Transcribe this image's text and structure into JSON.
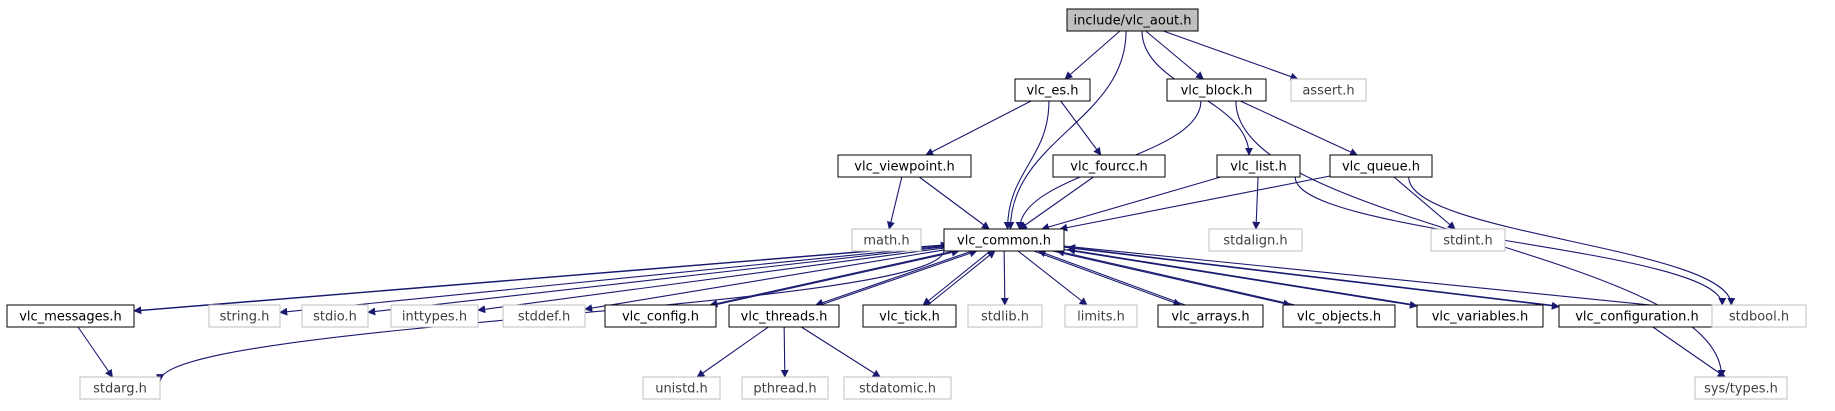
{
  "colors": {
    "edge": "#191970",
    "node_border": "#000000",
    "node_border_system": "#bfbfbf",
    "node_fill": "#ffffff",
    "root_fill": "#bfbfbf",
    "text_normal": "#000000",
    "text_system": "#404040"
  },
  "nodes": [
    {
      "id": "n_root",
      "label": "include/vlc_aout.h",
      "kind": "root"
    },
    {
      "id": "n_es",
      "label": "vlc_es.h",
      "kind": "doc"
    },
    {
      "id": "n_block",
      "label": "vlc_block.h",
      "kind": "doc"
    },
    {
      "id": "n_assert",
      "label": "assert.h",
      "kind": "system"
    },
    {
      "id": "n_viewpoint",
      "label": "vlc_viewpoint.h",
      "kind": "doc"
    },
    {
      "id": "n_fourcc",
      "label": "vlc_fourcc.h",
      "kind": "doc"
    },
    {
      "id": "n_list",
      "label": "vlc_list.h",
      "kind": "doc"
    },
    {
      "id": "n_queue",
      "label": "vlc_queue.h",
      "kind": "doc"
    },
    {
      "id": "n_math",
      "label": "math.h",
      "kind": "system"
    },
    {
      "id": "n_common",
      "label": "vlc_common.h",
      "kind": "doc"
    },
    {
      "id": "n_stdalign",
      "label": "stdalign.h",
      "kind": "system"
    },
    {
      "id": "n_stdint",
      "label": "stdint.h",
      "kind": "system"
    },
    {
      "id": "n_messages",
      "label": "vlc_messages.h",
      "kind": "doc"
    },
    {
      "id": "n_string",
      "label": "string.h",
      "kind": "system"
    },
    {
      "id": "n_stdio",
      "label": "stdio.h",
      "kind": "system"
    },
    {
      "id": "n_inttypes",
      "label": "inttypes.h",
      "kind": "system"
    },
    {
      "id": "n_stddef",
      "label": "stddef.h",
      "kind": "system"
    },
    {
      "id": "n_config",
      "label": "vlc_config.h",
      "kind": "doc"
    },
    {
      "id": "n_threads",
      "label": "vlc_threads.h",
      "kind": "doc"
    },
    {
      "id": "n_tick",
      "label": "vlc_tick.h",
      "kind": "doc"
    },
    {
      "id": "n_stdlib",
      "label": "stdlib.h",
      "kind": "system"
    },
    {
      "id": "n_limits",
      "label": "limits.h",
      "kind": "system"
    },
    {
      "id": "n_arrays",
      "label": "vlc_arrays.h",
      "kind": "doc"
    },
    {
      "id": "n_objects",
      "label": "vlc_objects.h",
      "kind": "doc"
    },
    {
      "id": "n_variables",
      "label": "vlc_variables.h",
      "kind": "doc"
    },
    {
      "id": "n_configuration",
      "label": "vlc_configuration.h",
      "kind": "doc"
    },
    {
      "id": "n_stdbool",
      "label": "stdbool.h",
      "kind": "system"
    },
    {
      "id": "n_stdarg",
      "label": "stdarg.h",
      "kind": "system"
    },
    {
      "id": "n_unistd",
      "label": "unistd.h",
      "kind": "system"
    },
    {
      "id": "n_pthread",
      "label": "pthread.h",
      "kind": "system"
    },
    {
      "id": "n_stdatomic",
      "label": "stdatomic.h",
      "kind": "system"
    },
    {
      "id": "n_systypes",
      "label": "sys/types.h",
      "kind": "system"
    }
  ],
  "edges": [
    [
      "n_root",
      "n_es"
    ],
    [
      "n_root",
      "n_block"
    ],
    [
      "n_root",
      "n_assert"
    ],
    [
      "n_root",
      "n_list"
    ],
    [
      "n_root",
      "n_common"
    ],
    [
      "n_es",
      "n_viewpoint"
    ],
    [
      "n_es",
      "n_fourcc"
    ],
    [
      "n_es",
      "n_common"
    ],
    [
      "n_block",
      "n_queue"
    ],
    [
      "n_block",
      "n_common"
    ],
    [
      "n_block",
      "n_systypes"
    ],
    [
      "n_viewpoint",
      "n_math"
    ],
    [
      "n_viewpoint",
      "n_common"
    ],
    [
      "n_fourcc",
      "n_common"
    ],
    [
      "n_list",
      "n_stdalign"
    ],
    [
      "n_list",
      "n_common"
    ],
    [
      "n_list",
      "n_stdbool"
    ],
    [
      "n_queue",
      "n_stdint"
    ],
    [
      "n_queue",
      "n_common"
    ],
    [
      "n_queue",
      "n_stdbool"
    ],
    [
      "n_common",
      "n_messages"
    ],
    [
      "n_common",
      "n_string"
    ],
    [
      "n_common",
      "n_stdio"
    ],
    [
      "n_common",
      "n_inttypes"
    ],
    [
      "n_common",
      "n_stddef"
    ],
    [
      "n_common",
      "n_config"
    ],
    [
      "n_common",
      "n_threads"
    ],
    [
      "n_common",
      "n_tick"
    ],
    [
      "n_common",
      "n_stdlib"
    ],
    [
      "n_common",
      "n_limits"
    ],
    [
      "n_common",
      "n_arrays"
    ],
    [
      "n_common",
      "n_objects"
    ],
    [
      "n_common",
      "n_variables"
    ],
    [
      "n_common",
      "n_configuration"
    ],
    [
      "n_common",
      "n_stdbool"
    ],
    [
      "n_common",
      "n_stdarg"
    ],
    [
      "n_messages",
      "n_common"
    ],
    [
      "n_messages",
      "n_stdarg"
    ],
    [
      "n_config",
      "n_common"
    ],
    [
      "n_threads",
      "n_common"
    ],
    [
      "n_threads",
      "n_unistd"
    ],
    [
      "n_threads",
      "n_pthread"
    ],
    [
      "n_threads",
      "n_stdatomic"
    ],
    [
      "n_tick",
      "n_common"
    ],
    [
      "n_arrays",
      "n_common"
    ],
    [
      "n_objects",
      "n_common"
    ],
    [
      "n_variables",
      "n_common"
    ],
    [
      "n_configuration",
      "n_common"
    ],
    [
      "n_configuration",
      "n_systypes"
    ]
  ]
}
